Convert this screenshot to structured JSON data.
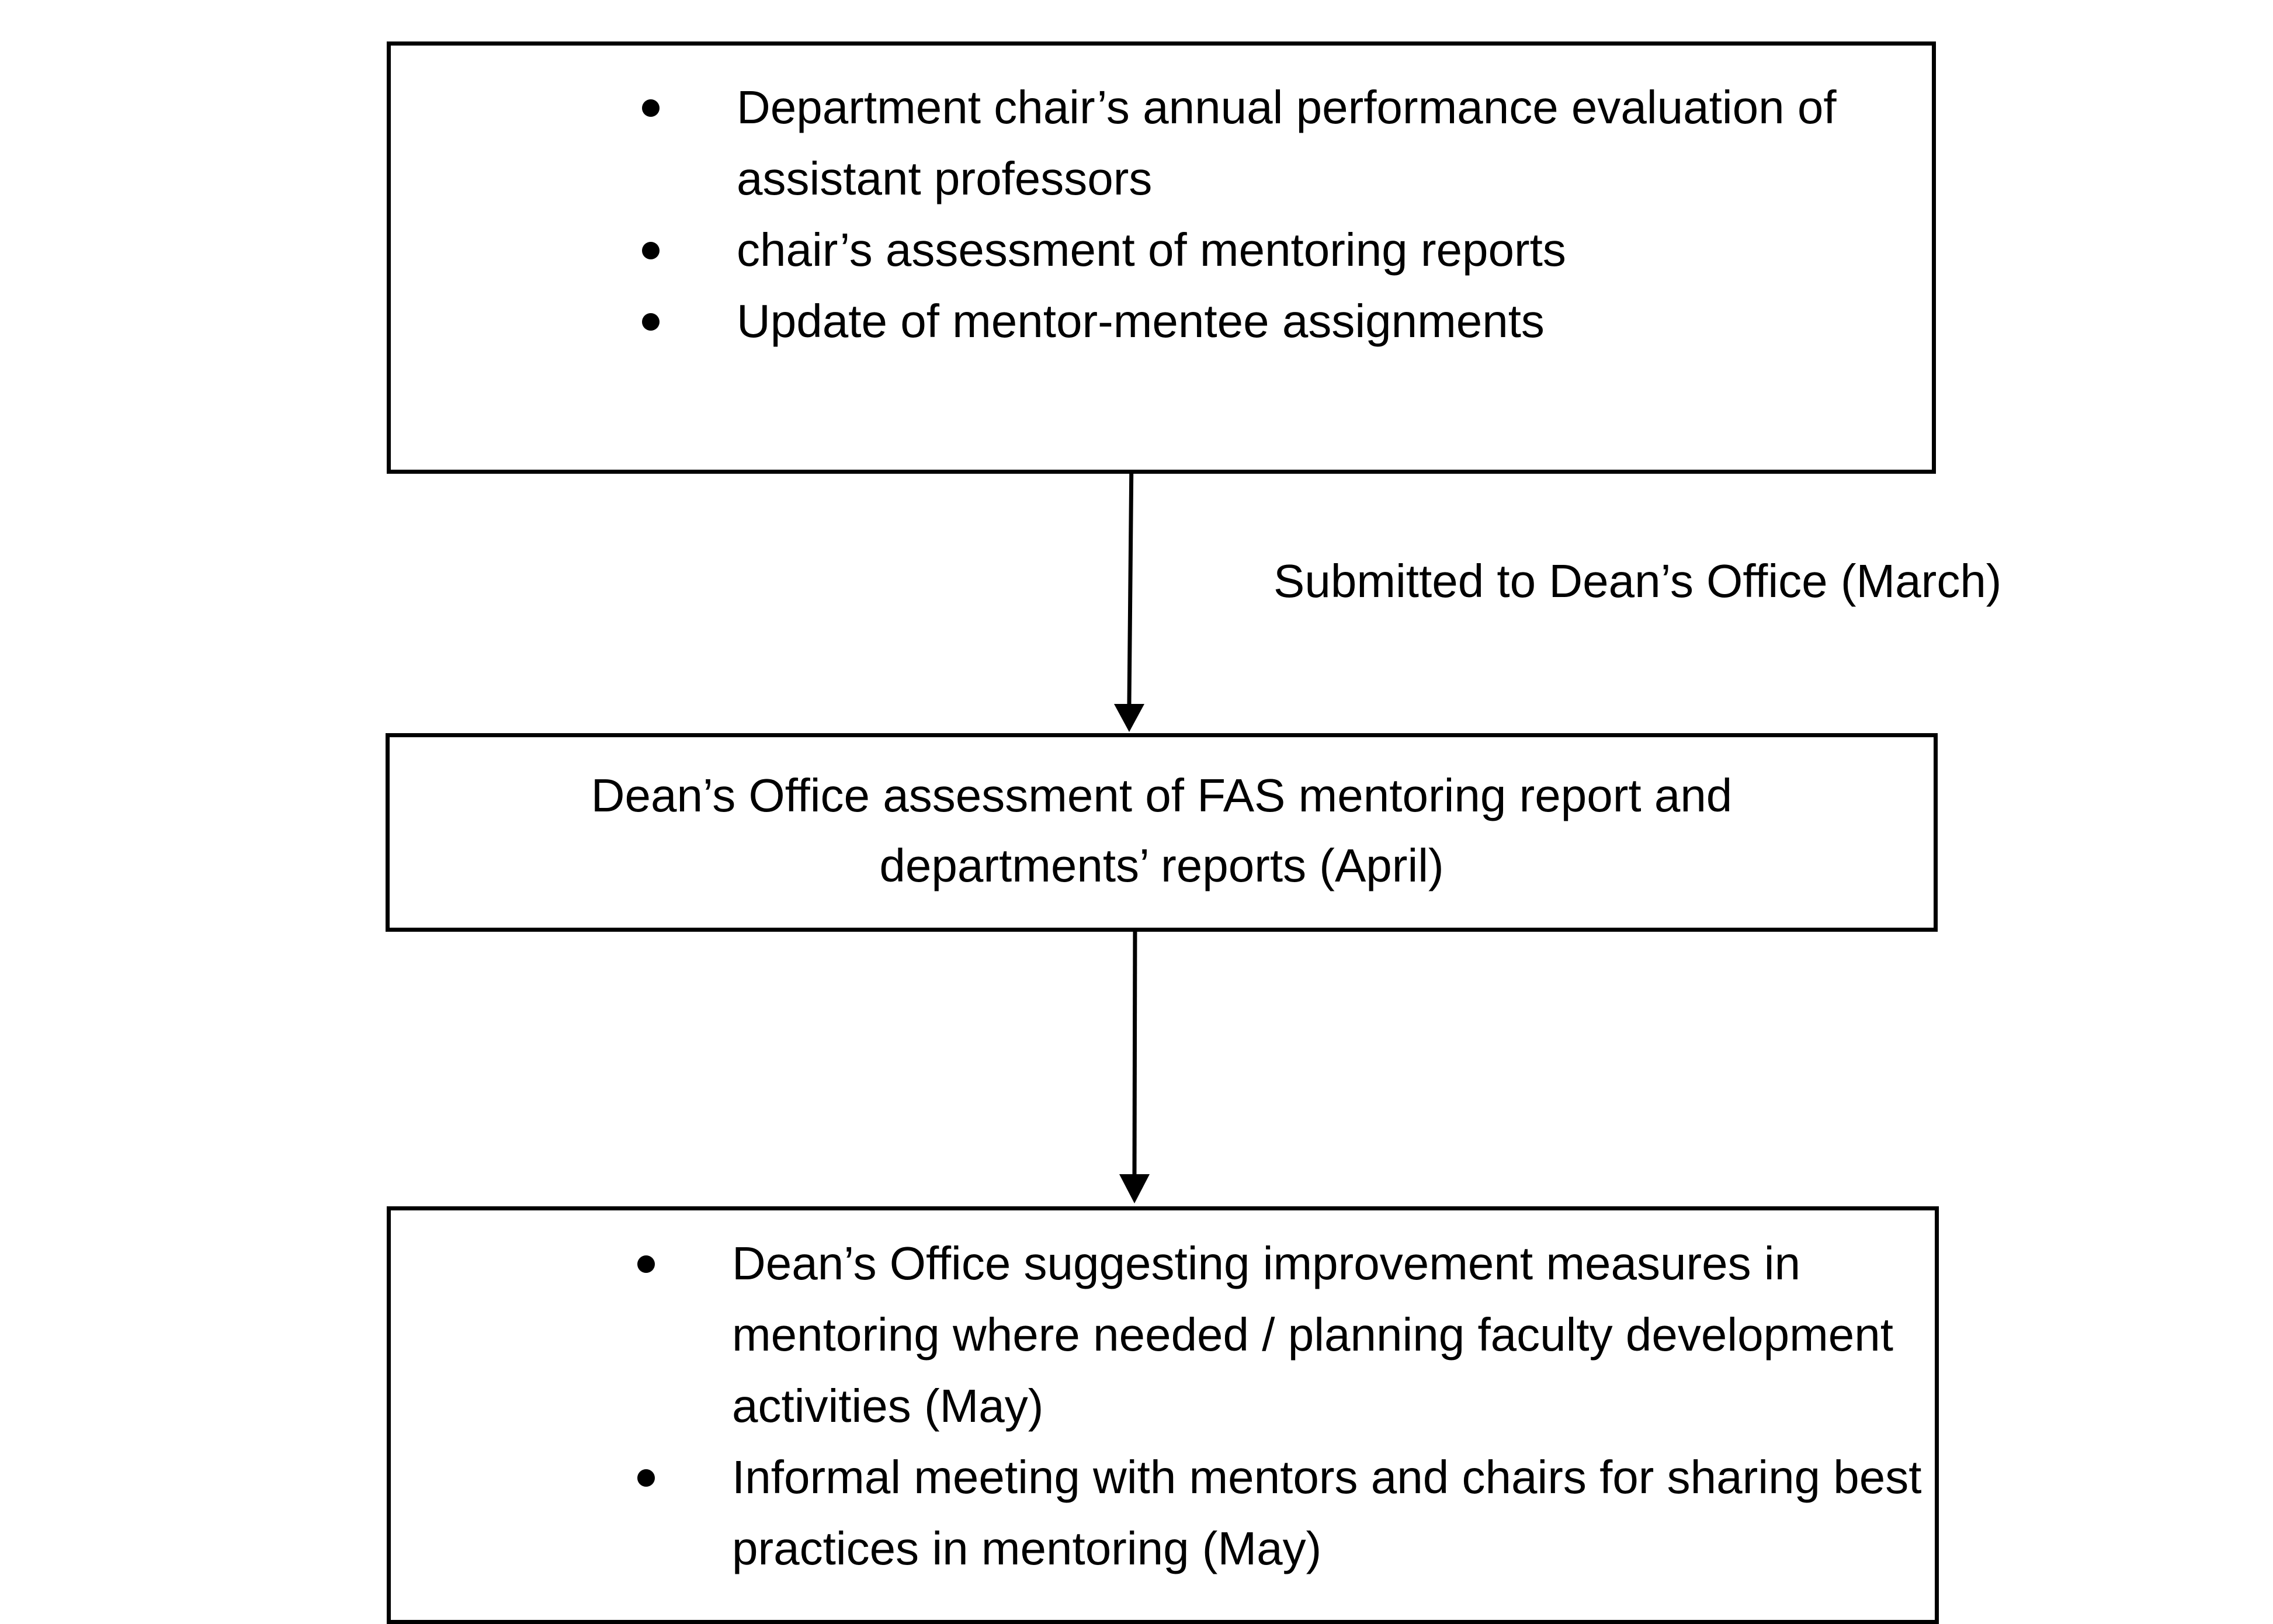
{
  "diagram": {
    "top_box": {
      "items": [
        "Department chair’s annual performance evaluation of assistant professors",
        "chair’s assessment of mentoring reports",
        "Update of mentor-mentee assignments"
      ]
    },
    "edge_top_to_middle": {
      "label": "Submitted to Dean’s Office (March)"
    },
    "middle_box": {
      "text": "Dean’s Office assessment of FAS mentoring report and departments’ reports (April)"
    },
    "edge_middle_to_bottom": {
      "label": ""
    },
    "bottom_box": {
      "items": [
        "Dean’s Office suggesting improvement measures in mentoring where needed / planning faculty development activities (May)",
        "Informal meeting with mentors and chairs for sharing best practices in mentoring (May)"
      ]
    },
    "colors": {
      "line": "#000000",
      "background": "#ffffff"
    }
  }
}
